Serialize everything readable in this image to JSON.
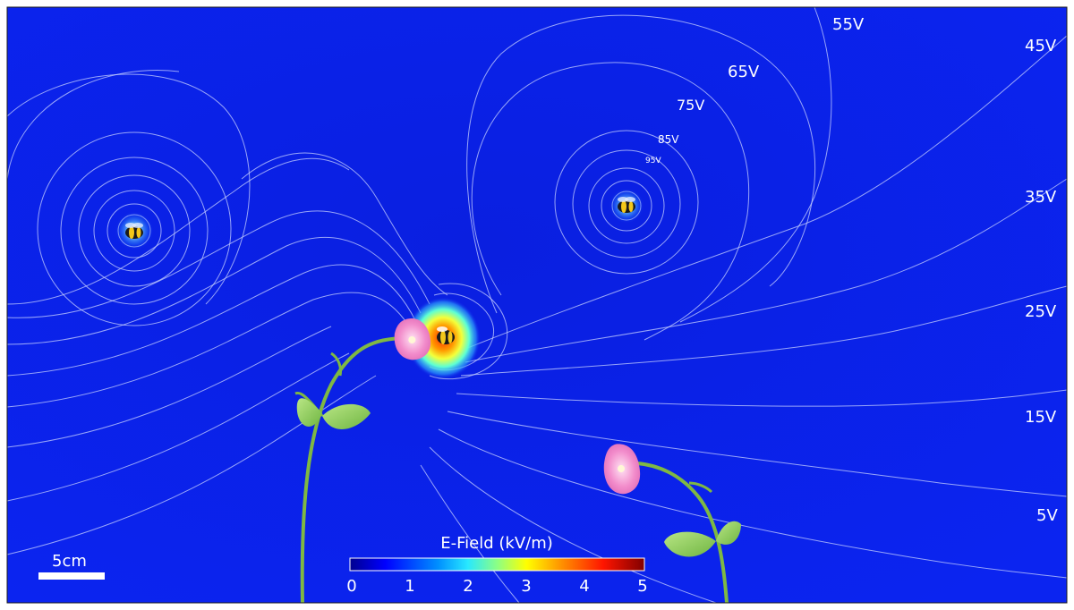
{
  "equipotentials": [
    {
      "label": "55V"
    },
    {
      "label": "65V"
    },
    {
      "label": "75V"
    },
    {
      "label": "85V"
    },
    {
      "label": "95V"
    },
    {
      "label": "45V"
    },
    {
      "label": "35V"
    },
    {
      "label": "25V"
    },
    {
      "label": "15V"
    },
    {
      "label": "5V"
    }
  ],
  "scale_bar": {
    "label": "5cm"
  },
  "colorbar": {
    "title": "E-Field (kV/m)",
    "ticks": [
      "0",
      "1",
      "2",
      "3",
      "4",
      "5"
    ],
    "min": 0,
    "max": 5
  },
  "colors": {
    "background": "#0a1ee6",
    "contour": "#c8d2ff"
  },
  "icons": [
    "bumblebee-icon",
    "pink-flower-icon",
    "leaf-icon"
  ]
}
